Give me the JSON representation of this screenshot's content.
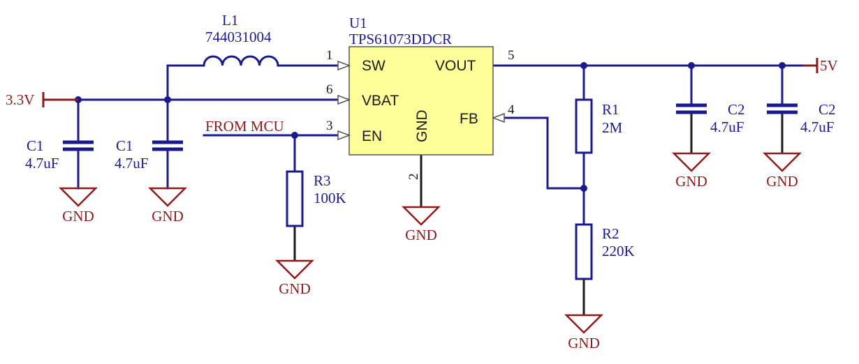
{
  "chip": {
    "designator": "U1",
    "part": "TPS61073DDCR",
    "pins": {
      "sw": {
        "name": "SW",
        "num": "1"
      },
      "gnd": {
        "name": "GND",
        "num": "2"
      },
      "en": {
        "name": "EN",
        "num": "3"
      },
      "fb": {
        "name": "FB",
        "num": "4"
      },
      "vout": {
        "name": "VOUT",
        "num": "5"
      },
      "vbat": {
        "name": "VBAT",
        "num": "6"
      }
    }
  },
  "inductor": {
    "designator": "L1",
    "value": "744031004"
  },
  "capacitors": [
    {
      "designator": "C1",
      "value": "4.7uF"
    },
    {
      "designator": "C1",
      "value": "4.7uF"
    },
    {
      "designator": "C2",
      "value": "4.7uF"
    },
    {
      "designator": "C2",
      "value": "4.7uF"
    }
  ],
  "resistors": [
    {
      "designator": "R1",
      "value": "2M"
    },
    {
      "designator": "R2",
      "value": "220K"
    },
    {
      "designator": "R3",
      "value": "100K"
    }
  ],
  "nets": {
    "input": "3.3V",
    "output": "5V",
    "enable": "FROM MCU",
    "ground": "GND"
  },
  "colors": {
    "wire": "#1a1a8c",
    "net_label": "#8b1a1a",
    "chip_fill": "#ffff99"
  }
}
